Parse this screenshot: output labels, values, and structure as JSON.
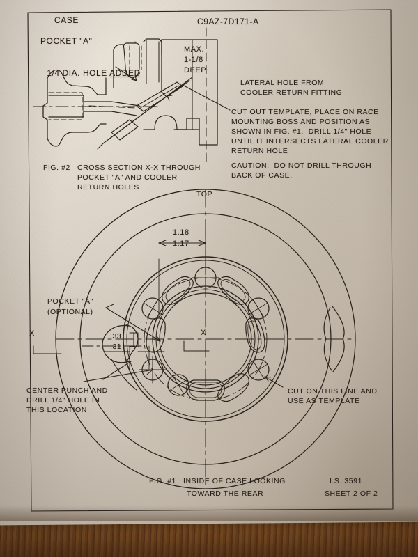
{
  "document": {
    "part_number": "C9AZ-7D171-A",
    "case_label": "CASE",
    "drawing_no": "I.S. 3591",
    "sheet": "SHEET 2 OF 2"
  },
  "fig2": {
    "pocket_label": "POCKET \"A\"",
    "hole_label_pre": "1/4 DIA. HOLE ",
    "hole_label_underlined": "ADDED",
    "depth_line1": "MAX.",
    "depth_line2": "1-1/8",
    "depth_line3": "DEEP",
    "caption_fig": "FIG. #2",
    "caption_line1": "CROSS SECTION X-X THROUGH",
    "caption_line2": "POCKET \"A\" AND COOLER",
    "caption_line3": "RETURN HOLES"
  },
  "notes": {
    "lateral_line1": "LATERAL HOLE FROM",
    "lateral_line2": "COOLER RETURN FITTING",
    "instruction_line1": "CUT OUT TEMPLATE, PLACE ON RACE",
    "instruction_line2": "MOUNTING BOSS AND POSITION AS",
    "instruction_line3": "SHOWN IN FIG. #1.  DRILL 1/4\" HOLE",
    "instruction_line4": "UNTIL IT INTERSECTS LATERAL COOLER",
    "instruction_line5": "RETURN HOLE",
    "caution_line1": "CAUTION:  DO NOT DRILL THROUGH",
    "caution_line2": "BACK OF CASE."
  },
  "fig1": {
    "top_label": "TOP",
    "dim_upper": "1.18",
    "dim_lower": "1.17",
    "pocket_line1": "POCKET \"A\"",
    "pocket_line2": "(OPTIONAL)",
    "offset_upper": ".33",
    "offset_lower": ".31",
    "section_mark_left": "X",
    "section_mark_center": "X",
    "punch_line1": "CENTER PUNCH AND",
    "punch_line2": "DRILL 1/4\" HOLE IN",
    "punch_line3": "THIS LOCATION",
    "template_line1": "CUT ON THIS LINE AND",
    "template_line2": "USE AS TEMPLATE",
    "caption_fig": "FIG. #1",
    "caption_line1": "INSIDE OF CASE LOOKING",
    "caption_line2": "TOWARD THE REAR"
  },
  "colors": {
    "ink": "#241d17",
    "paper": "#d6cdc0",
    "wood": "#70451f"
  }
}
